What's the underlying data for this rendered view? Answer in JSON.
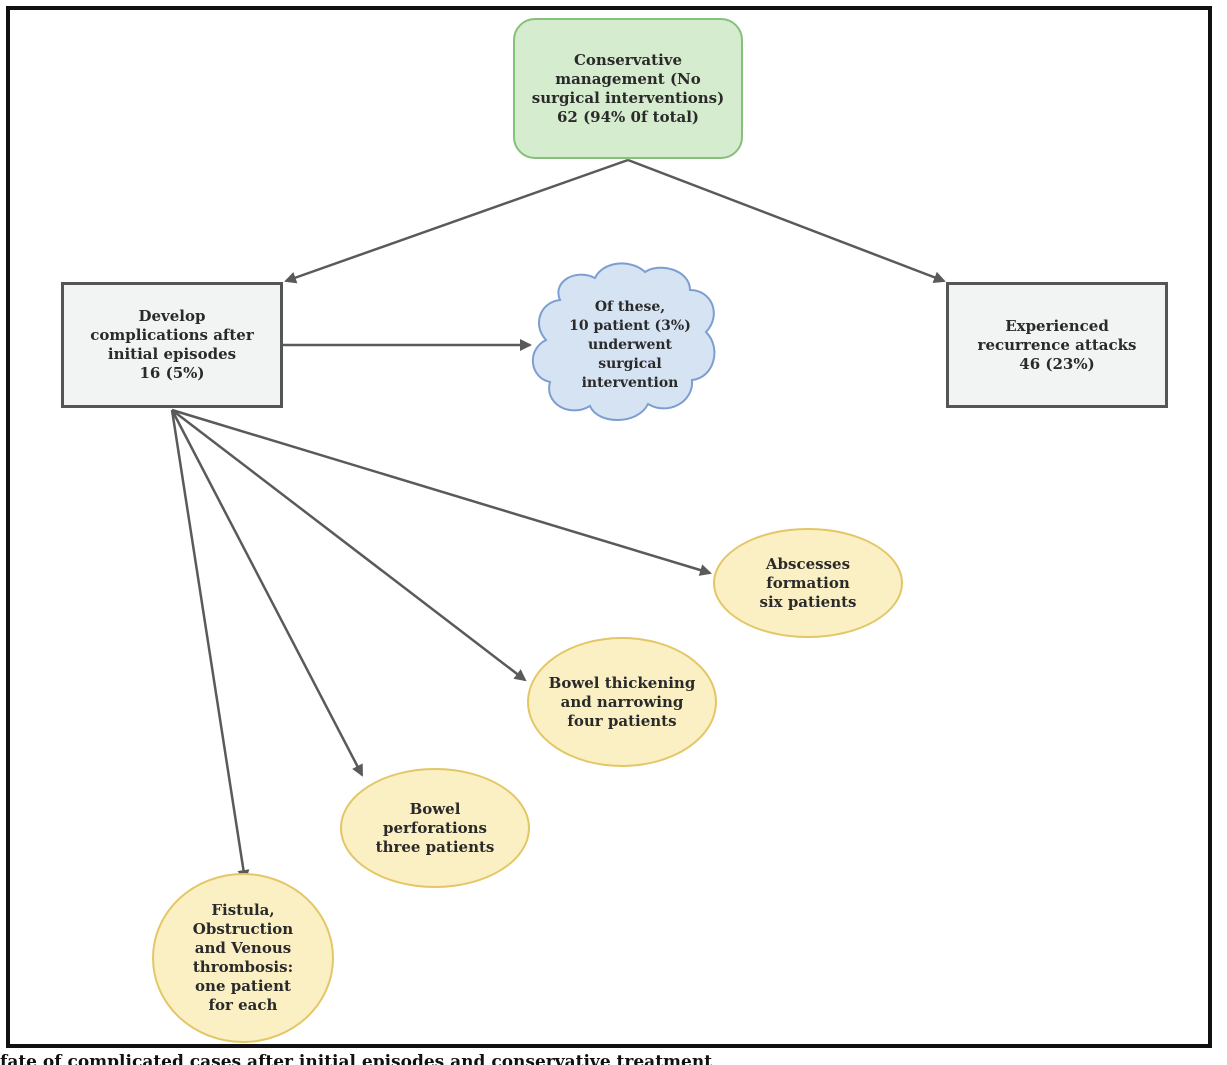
{
  "nodes": {
    "conservative": "Conservative\nmanagement  (No\nsurgical interventions)\n62 (94% 0f total)",
    "complications": "Develop\ncomplications after\ninitial episodes\n16 (5%)",
    "surgery_cloud": "Of these,\n10 patient (3%)\nunderwent\nsurgical\nintervention",
    "recurrence": "Experienced\nrecurrence attacks\n46 (23%)",
    "abscesses": "Abscesses\nformation\nsix patients",
    "bowel_thickening": "Bowel thickening\nand narrowing\nfour patients",
    "bowel_perforations": "Bowel\nperforations\nthree patients",
    "fistula": "Fistula,\nObstruction\nand Venous\nthrombosis:\none patient\nfor each"
  },
  "caption": "fate of complicated cases after initial episodes and conservative treatment",
  "colors": {
    "green_fill": "#d6eccf",
    "green_border": "#86c07a",
    "cloud_fill": "#d5e3f3",
    "cloud_border": "#7c9ed0",
    "ellipse_fill": "#fbf0c4",
    "ellipse_border": "#e3c766",
    "arrow": "#5a5a5a"
  }
}
